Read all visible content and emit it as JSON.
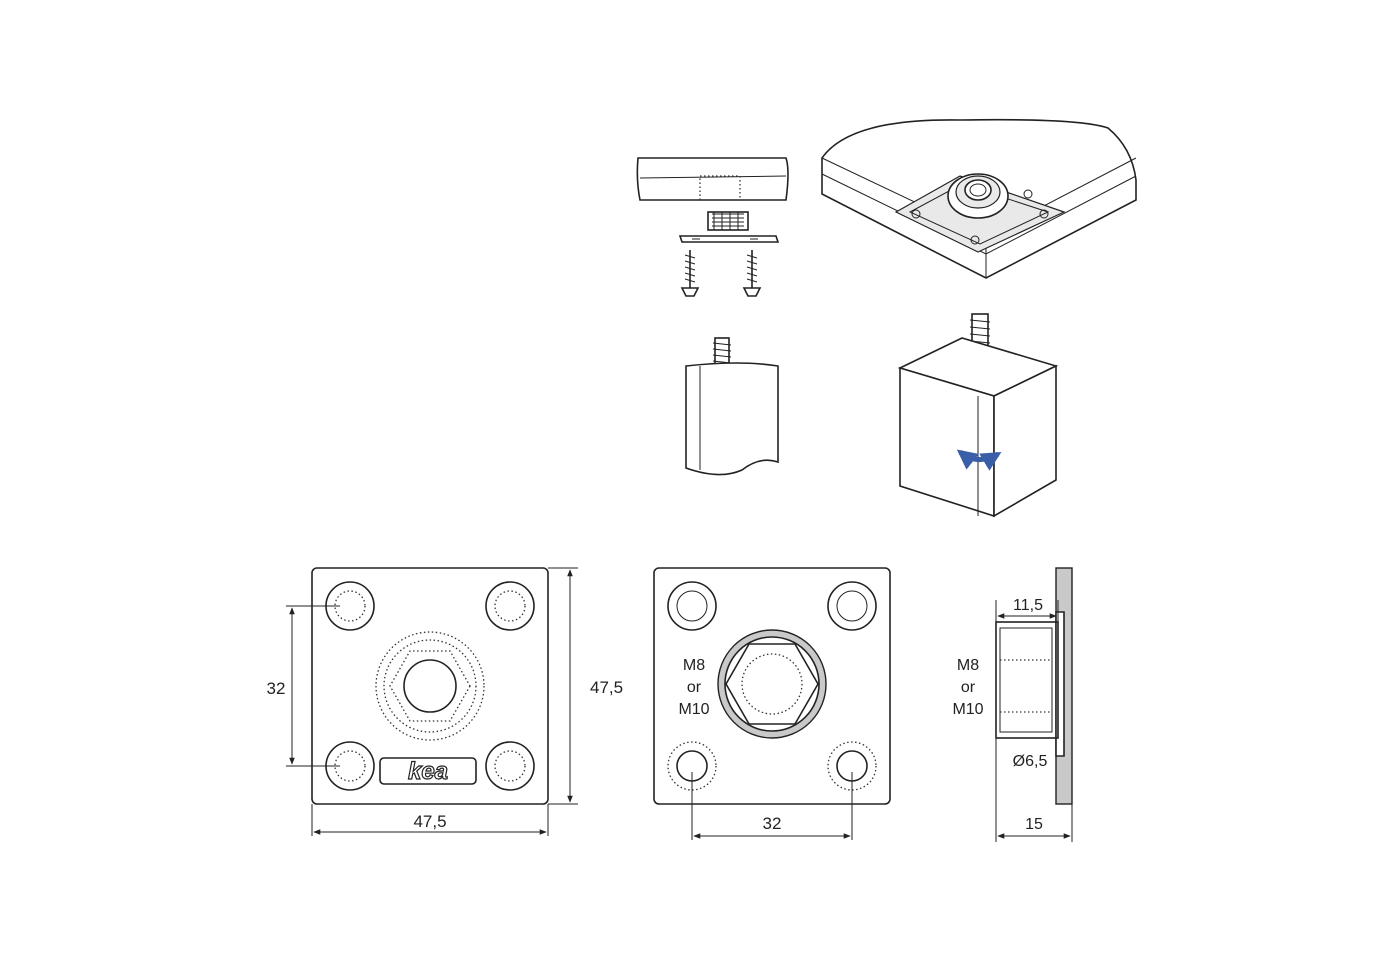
{
  "brand": {
    "logo_text": "kea"
  },
  "drawing_1": {
    "dim_height": "32",
    "dim_side": "47,5",
    "dim_bottom": "47,5"
  },
  "drawing_2": {
    "thread_line1": "M8",
    "thread_line2": "or",
    "thread_line3": "M10",
    "dim_bottom": "32"
  },
  "drawing_3": {
    "dim_top": "11,5",
    "thread_line1": "M8",
    "thread_line2": "or",
    "thread_line3": "M10",
    "dim_hole": "Ø6,5",
    "dim_bottom": "15"
  },
  "colors": {
    "line": "#222222",
    "rotation_arrow": "#3a5fa8",
    "plate_gray": "#c9c9c9"
  },
  "icons": [
    "rotation-arrow-icon",
    "screw-icon",
    "threaded-stud-icon"
  ]
}
